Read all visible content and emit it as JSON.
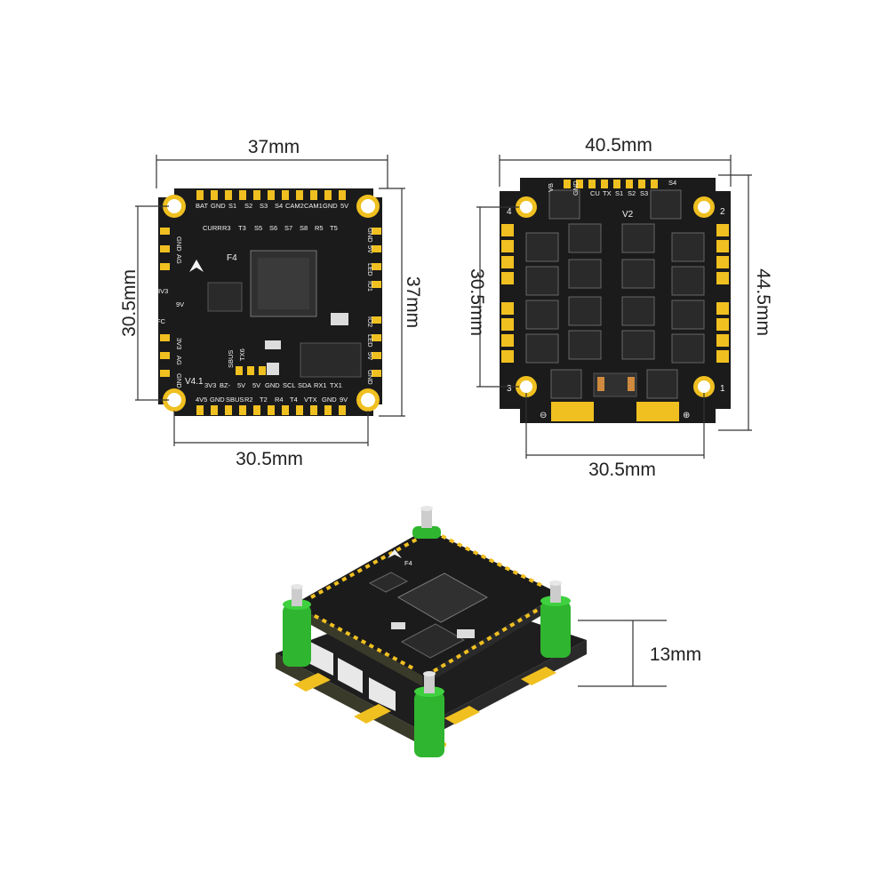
{
  "dimensions": {
    "fc_width": "37mm",
    "fc_height": "37mm",
    "fc_mount_h": "30.5mm",
    "fc_mount_v": "30.5mm",
    "esc_width": "40.5mm",
    "esc_height": "44.5mm",
    "esc_mount_h": "30.5mm",
    "esc_mount_v": "30.5mm",
    "stack_height": "13mm"
  },
  "fc_board": {
    "chip_label": "F4",
    "version": "V4.1",
    "top_row": [
      "BAT",
      "GND",
      "S1",
      "S2",
      "S3",
      "S4",
      "CAM2",
      "CAM1",
      "GND",
      "5V"
    ],
    "second_row": [
      "CURR",
      "R3",
      "T3",
      "S5",
      "S6",
      "S7",
      "S8",
      "R5",
      "T5"
    ],
    "bottom_row": [
      "4V5",
      "GND",
      "SBUS",
      "R2",
      "T2",
      "R4",
      "T4",
      "VTX",
      "GND",
      "9V"
    ],
    "bottom_inner_row": [
      "3V3",
      "BZ-",
      "5V",
      "5V",
      "GND",
      "SCL",
      "SDA",
      "RX1",
      "TX1"
    ],
    "left_labels": [
      "GND",
      "AG",
      "3V3",
      "FC",
      "3V3",
      "AG",
      "GND"
    ],
    "right_labels": [
      "GND",
      "5V",
      "LED",
      "IO1",
      "IO2",
      "LED",
      "5V",
      "GND"
    ],
    "small_labels": [
      "3V3",
      "9V",
      "SBUS",
      "TX6"
    ]
  },
  "esc_board": {
    "version": "V2",
    "top_labels": [
      "VB",
      "GND",
      "CU",
      "TX",
      "S1",
      "S2",
      "S3",
      "S4"
    ],
    "corner_numbers": [
      "4",
      "2",
      "3",
      "1"
    ],
    "negative_symbol": "⊖",
    "positive_symbol": "⊕"
  },
  "stack_view": {
    "chip_label": "F4"
  },
  "colors": {
    "pcb": "#1b1b1b",
    "pad": "#f0c020",
    "standoff": "#2fb52f"
  }
}
